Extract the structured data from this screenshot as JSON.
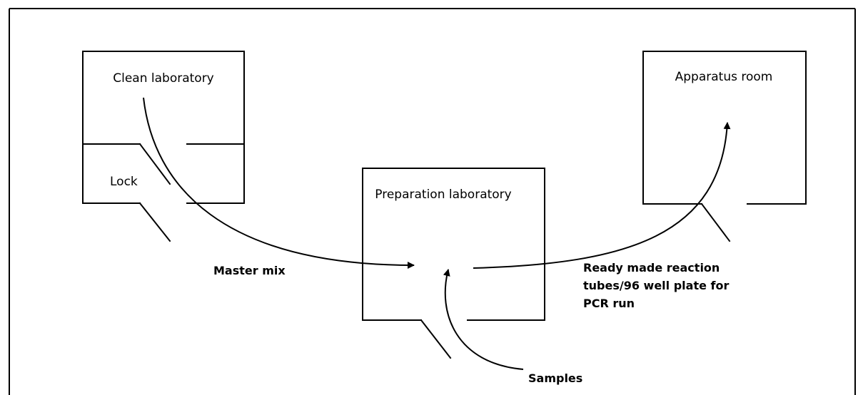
{
  "rooms": {
    "clean_laboratory": "Clean laboratory",
    "lock": "Lock",
    "preparation_laboratory": "Preparation laboratory",
    "apparatus_room": "Apparatus room"
  },
  "flows": {
    "master_mix": "Master mix",
    "samples": "Samples",
    "ready_made_line1": "Ready made reaction",
    "ready_made_line2": "tubes/96 well plate for",
    "ready_made_line3": "PCR run"
  }
}
